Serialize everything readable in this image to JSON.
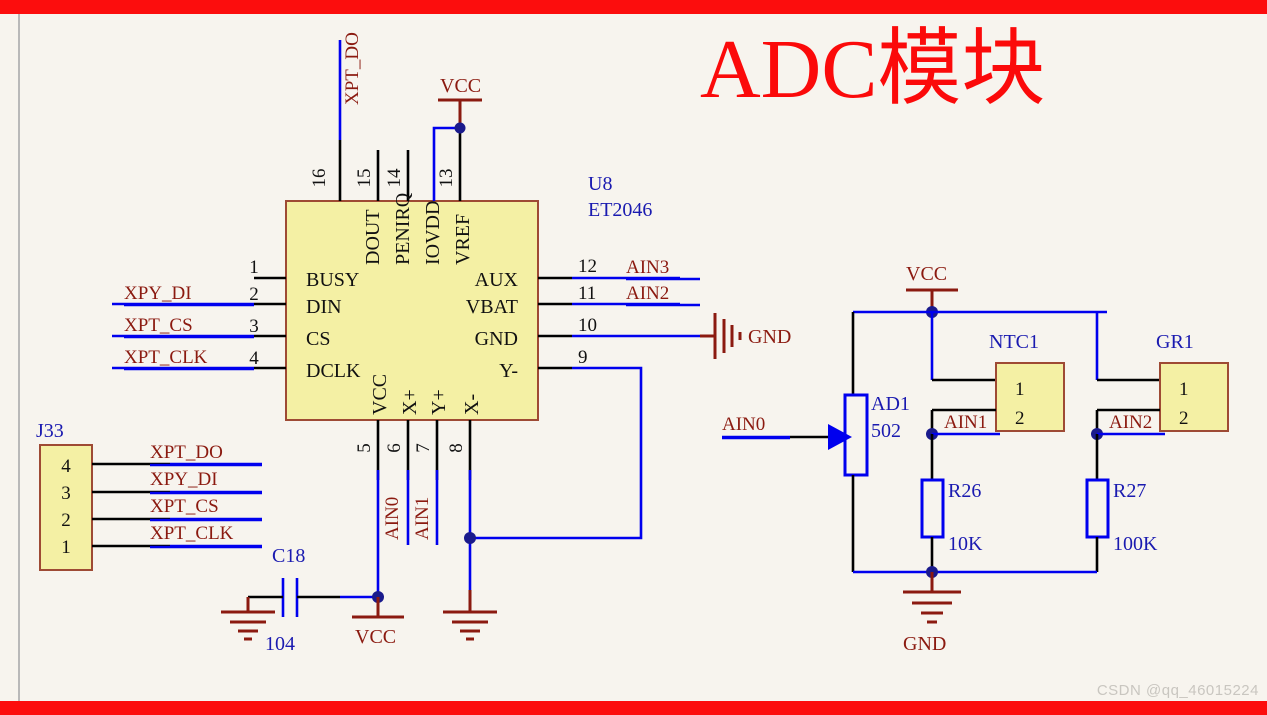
{
  "page": {
    "title": "ADC模块",
    "watermark": "CSDN @qq_46015224",
    "accent_red": "#fc0d0d",
    "background": "#f7f4ee",
    "net_color": "#8b1a10",
    "wire_color": "#0000ee",
    "component_fill": "#f4f0a4"
  },
  "u8": {
    "ref": "U8",
    "part": "ET2046",
    "left_pins": [
      {
        "num": "1",
        "name": "BUSY",
        "net": ""
      },
      {
        "num": "2",
        "name": "DIN",
        "net": "XPY_DI"
      },
      {
        "num": "3",
        "name": "CS",
        "net": "XPT_CS"
      },
      {
        "num": "4",
        "name": "DCLK",
        "net": "XPT_CLK"
      }
    ],
    "right_pins": [
      {
        "num": "12",
        "name": "AUX",
        "net": "AIN3"
      },
      {
        "num": "11",
        "name": "VBAT",
        "net": "AIN2"
      },
      {
        "num": "10",
        "name": "GND",
        "net": "GND"
      },
      {
        "num": "9",
        "name": "Y-",
        "net": ""
      }
    ],
    "top_pins": [
      {
        "num": "16",
        "name": "DOUT",
        "net": "XPT_DO"
      },
      {
        "num": "15",
        "name": "PENIRQ",
        "net": ""
      },
      {
        "num": "14",
        "name": "IOVDD",
        "net": ""
      },
      {
        "num": "13",
        "name": "VREF",
        "net": "VCC"
      }
    ],
    "bottom_pins": [
      {
        "num": "5",
        "name": "VCC",
        "net": "VCC"
      },
      {
        "num": "6",
        "name": "X+",
        "net": "AIN0"
      },
      {
        "num": "7",
        "name": "Y+",
        "net": "AIN1"
      },
      {
        "num": "8",
        "name": "X-",
        "net": "GND"
      }
    ]
  },
  "j33": {
    "ref": "J33",
    "pins": [
      {
        "num": "4",
        "net": "XPT_DO"
      },
      {
        "num": "3",
        "net": "XPY_DI"
      },
      {
        "num": "2",
        "net": "XPT_CS"
      },
      {
        "num": "1",
        "net": "XPT_CLK"
      }
    ]
  },
  "c18": {
    "ref": "C18",
    "value": "104"
  },
  "ad1": {
    "ref": "AD1",
    "value": "502",
    "input_net": "AIN0"
  },
  "ntc1": {
    "ref": "NTC1",
    "pin1": "1",
    "pin2": "2",
    "out_net": "AIN1"
  },
  "gr1": {
    "ref": "GR1",
    "pin1": "1",
    "pin2": "2",
    "out_net": "AIN2"
  },
  "r26": {
    "ref": "R26",
    "value": "10K"
  },
  "r27": {
    "ref": "R27",
    "value": "100K"
  },
  "power": {
    "vcc_ic": "VCC",
    "vcc_c18": "VCC",
    "vcc_right": "VCC",
    "gnd_pin10": "GND",
    "gnd_right": "GND"
  }
}
